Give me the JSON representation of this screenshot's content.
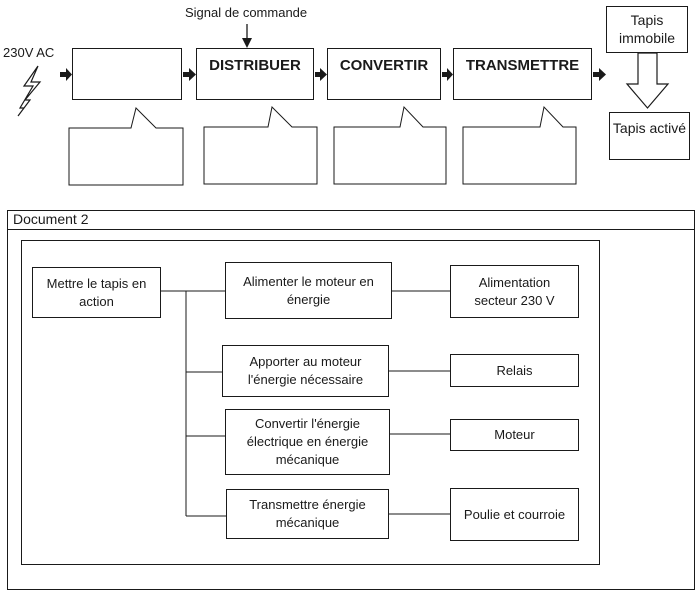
{
  "chain": {
    "signal_label": "Signal de commande",
    "power_label": "230V AC",
    "functions": [
      "",
      "DISTRIBUER",
      "CONVERTIR",
      "TRANSMETTRE"
    ],
    "tapis_immobile": "Tapis immobile",
    "tapis_active": "Tapis activé"
  },
  "document2": {
    "title": "Document 2",
    "main_function": "Mettre le tapis en action",
    "technical_functions": [
      "Alimenter le moteur en énergie",
      "Apporter au moteur l'énergie nécessaire",
      "Convertir l'énergie électrique en énergie mécanique",
      "Transmettre énergie mécanique"
    ],
    "solutions": [
      "Alimentation secteur 230 V",
      "Relais",
      "Moteur",
      "Poulie et courroie"
    ]
  }
}
